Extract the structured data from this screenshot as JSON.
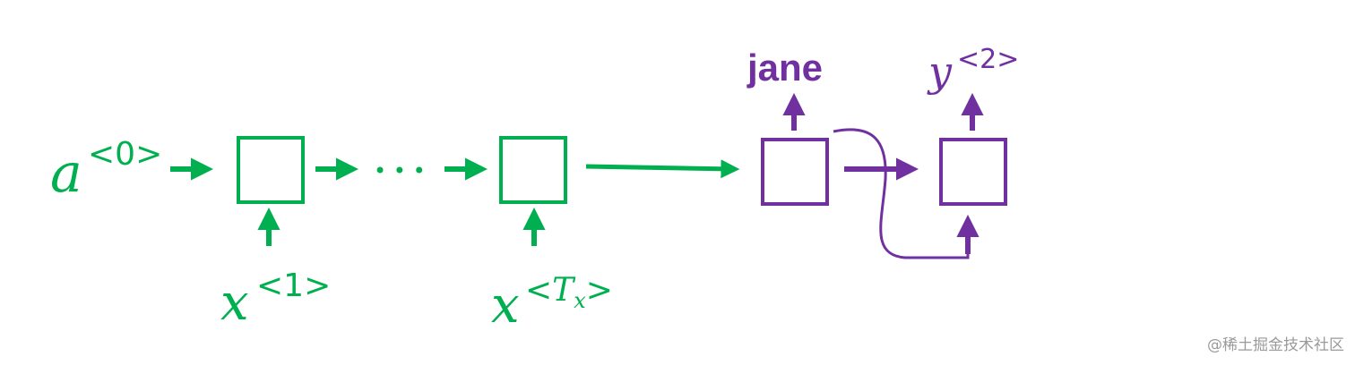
{
  "diagram": {
    "colors": {
      "encoder": "#00b050",
      "decoder": "#7030a0",
      "watermark": "#9a9a9a"
    },
    "encoder": {
      "initial_state": {
        "base": "a",
        "superscript": "<0>"
      },
      "ellipsis": "• • •",
      "inputs": [
        {
          "base": "x",
          "superscript": "<1>"
        },
        {
          "base": "x",
          "superscript_prefix": "<",
          "superscript_var": "T",
          "superscript_sub": "x",
          "superscript_suffix": ">"
        }
      ]
    },
    "decoder": {
      "outputs": [
        {
          "text": "jane"
        },
        {
          "base": "y",
          "superscript": "<2>"
        }
      ]
    },
    "watermark": "@稀土掘金技术社区"
  }
}
